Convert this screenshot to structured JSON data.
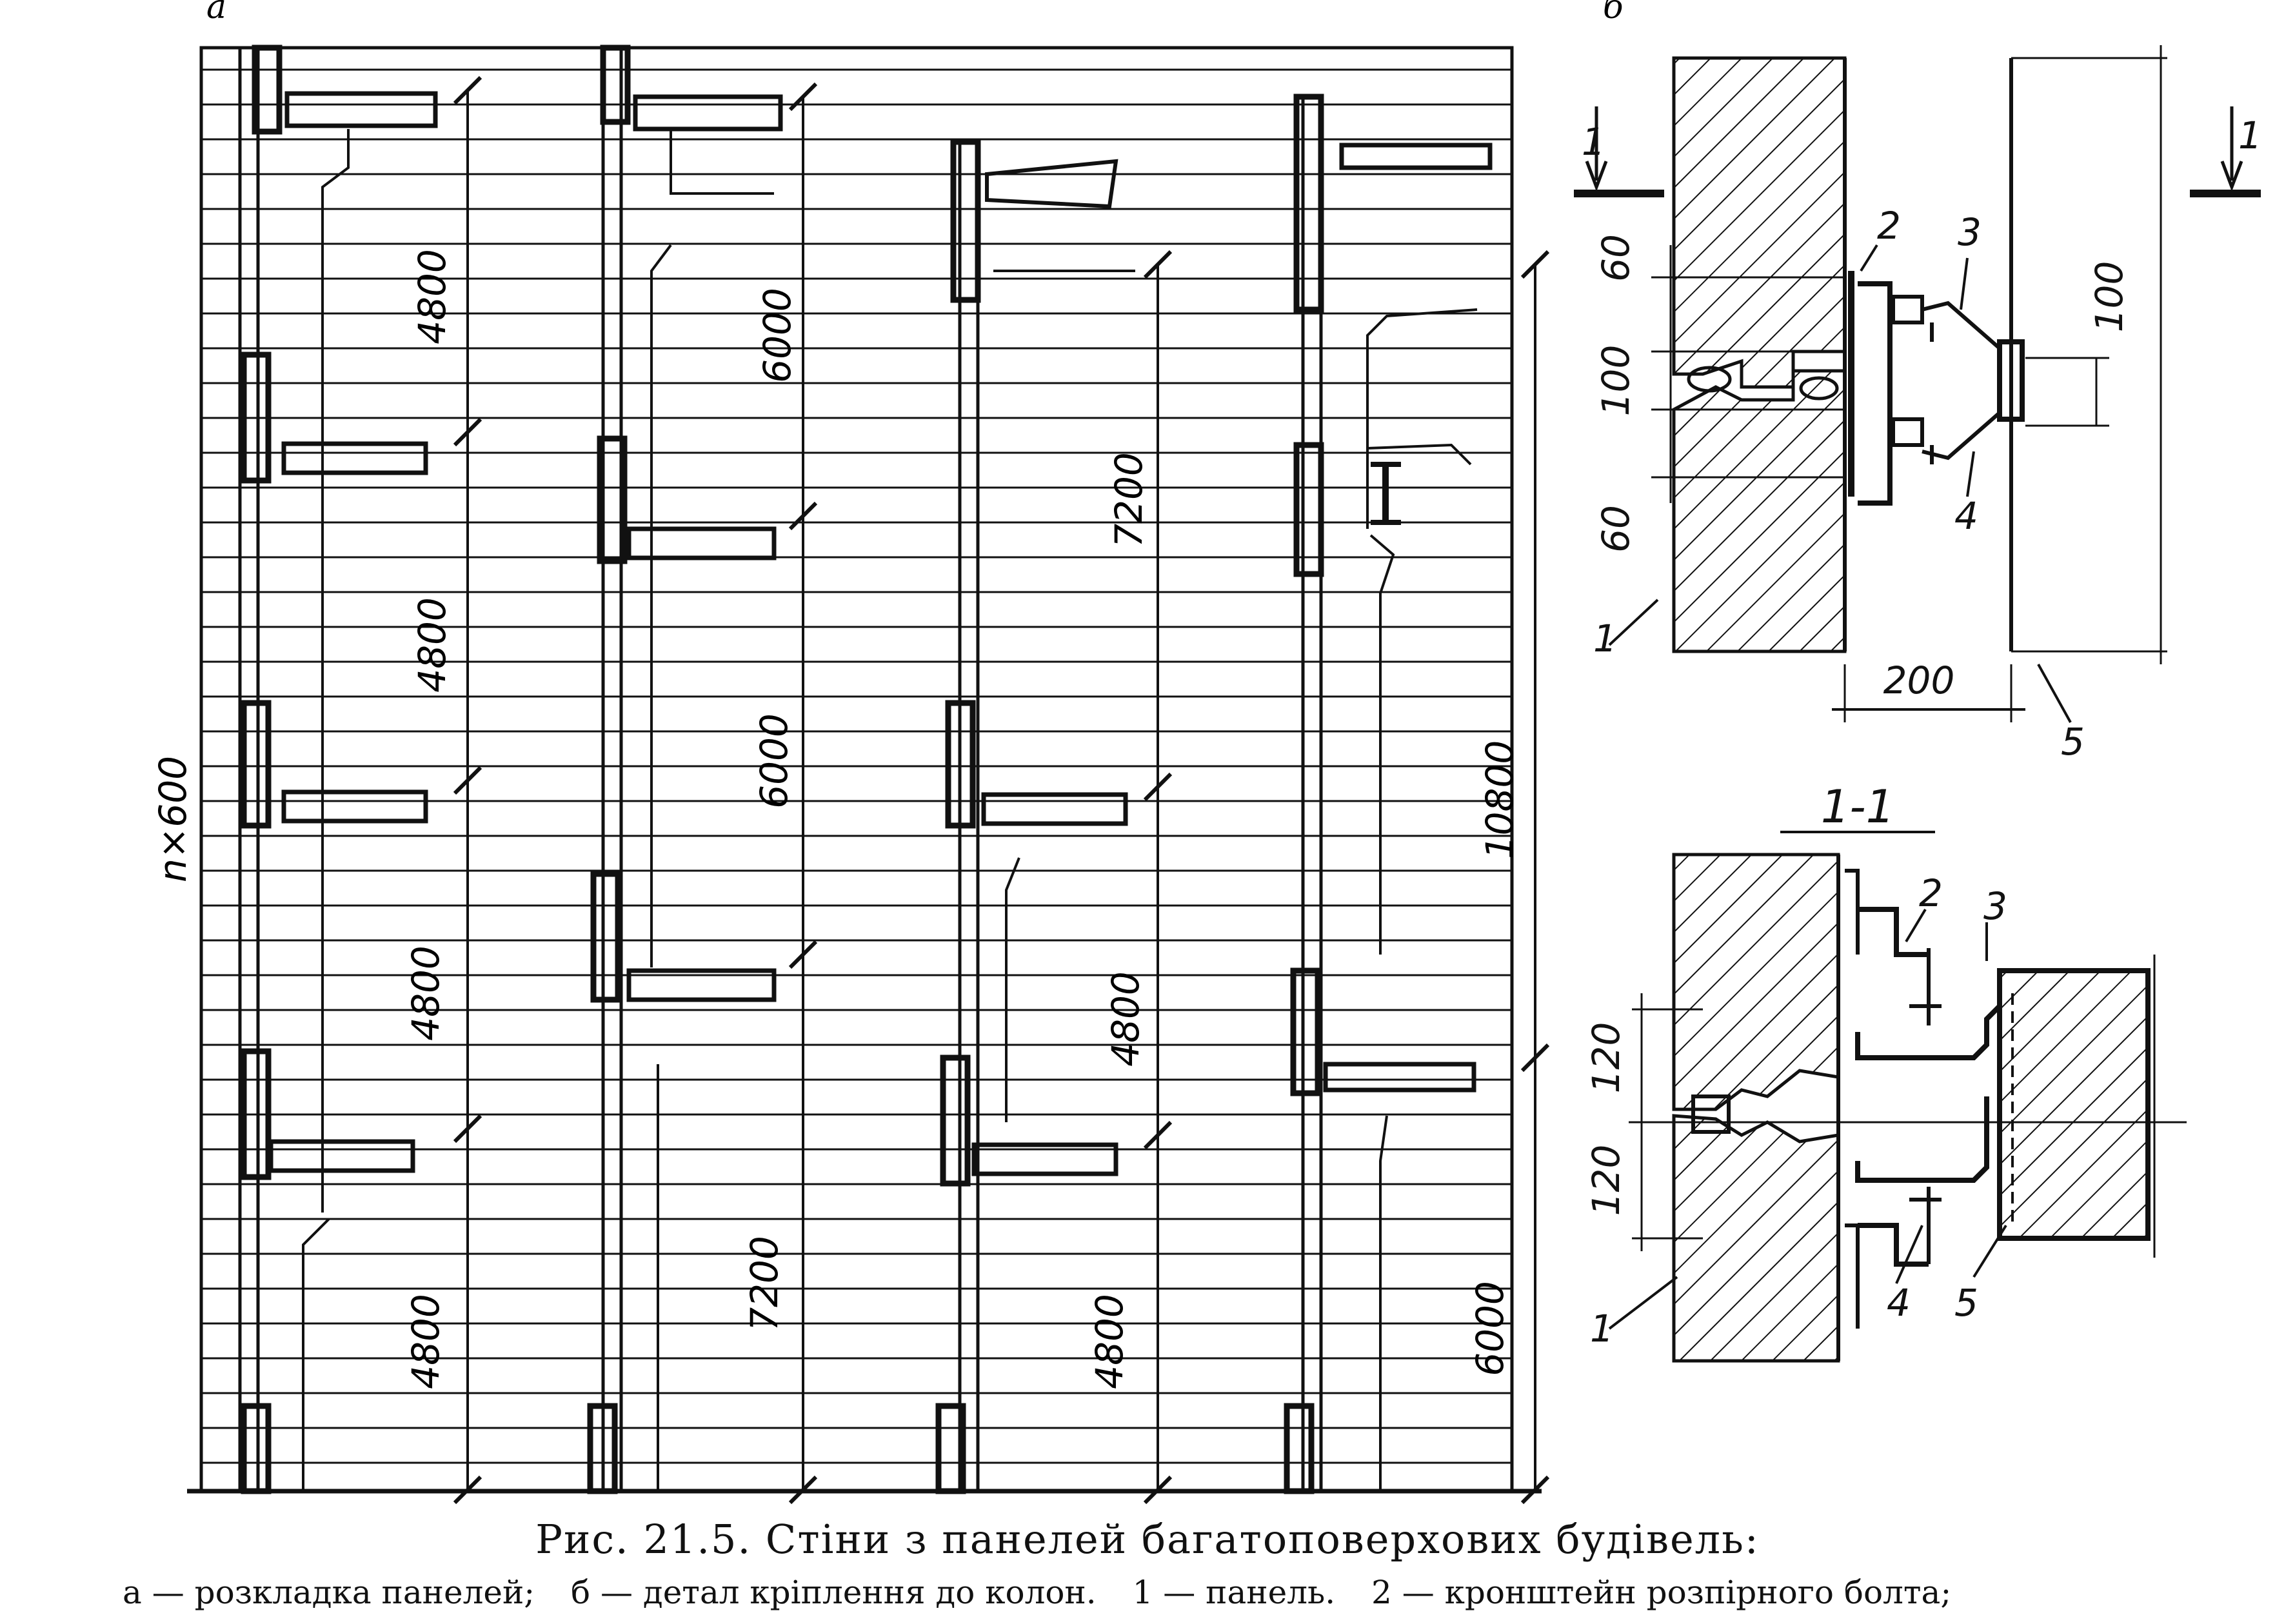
{
  "part_a_label": "a",
  "part_b_label": "б",
  "elevation": {
    "height_label": "n×600",
    "col1_dims": [
      "4800",
      "4800",
      "4800",
      "4800"
    ],
    "col2_dims": [
      "6000",
      "6000",
      "7200"
    ],
    "col3_dims": [
      "7200",
      "4800",
      "4800"
    ],
    "col4_dims": [
      "10800",
      "6000"
    ]
  },
  "detail_b": {
    "section_marks": [
      "1",
      "1"
    ],
    "dims_left": [
      "60",
      "100",
      "60"
    ],
    "dim_right": "100",
    "dim_bottom": "200",
    "callouts": [
      "1",
      "2",
      "3",
      "4",
      "5"
    ]
  },
  "section_1_1": {
    "title": "1-1",
    "dims_left": [
      "120",
      "120"
    ],
    "callouts": [
      "1",
      "2",
      "3",
      "4",
      "5"
    ]
  },
  "caption": {
    "title": "Рис. 21.5. Стіни з панелей багатоповерхових будівель:",
    "items": [
      "а — розкладка панелей;",
      "б — детал кріплення до колон.",
      "1 — панель.",
      "2 — кронштейн розпірного болта;"
    ]
  }
}
